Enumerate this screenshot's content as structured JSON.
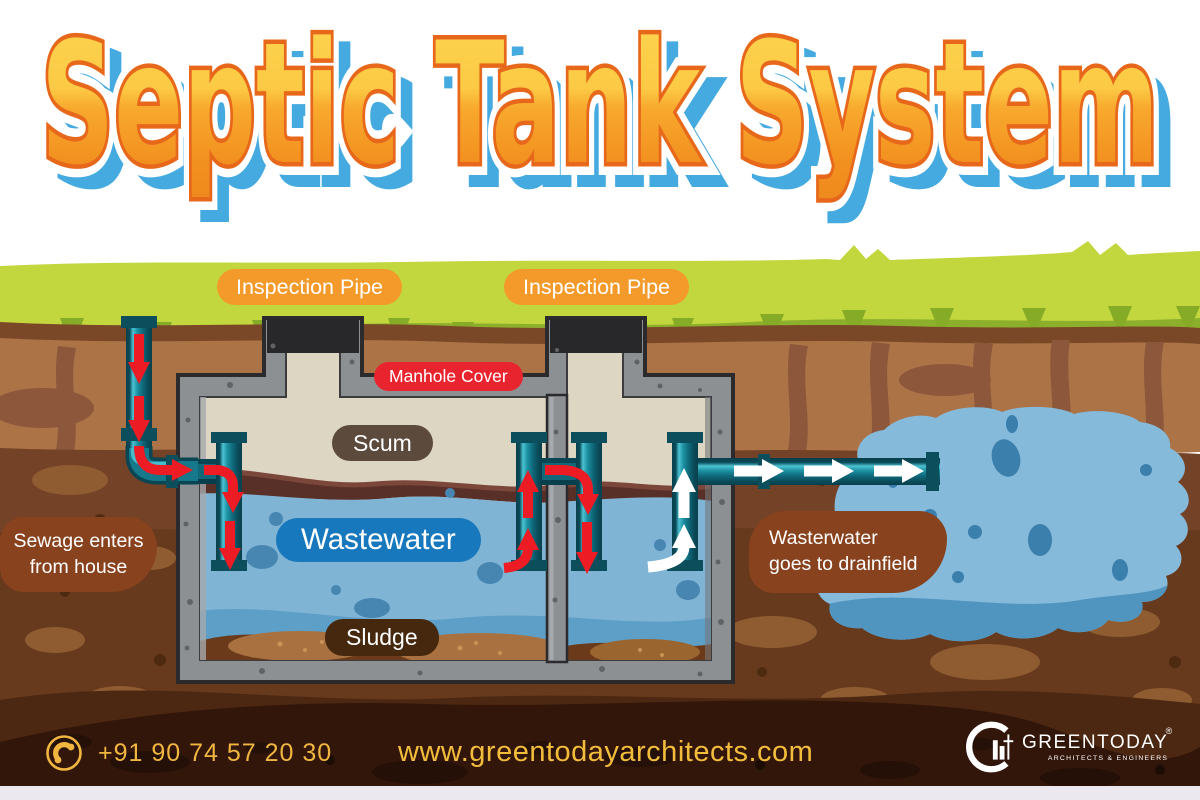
{
  "title": "Septic Tank System",
  "diagram": {
    "labels": {
      "inspection_pipes": [
        "Inspection Pipe",
        "Inspection Pipe"
      ],
      "manhole_cover": "Manhole Cover",
      "scum": "Scum",
      "wastewater": "Wastewater",
      "sludge": "Sludge",
      "sewage_note_line1": "Sewage enters",
      "sewage_note_line2": "from house",
      "drainfield_note_line1": "Wasterwater",
      "drainfield_note_line2": "goes to drainfield"
    },
    "colors": {
      "title_fill_top": "#fdd54f",
      "title_fill_bottom": "#ee8a1e",
      "title_outline": "#e8681b",
      "title_shadow": "#45aadf",
      "grass": "#c2d73e",
      "soil_top": "#ac7347",
      "soil_deep": "#744226",
      "footer_bg": "#33160a",
      "label_orange": "#f49a2b",
      "label_red": "#e8252e",
      "label_blue": "#1878bd",
      "pill_scum": "#5c4a3c",
      "pill_sludge": "#45280e",
      "bubble_brown": "#88421e",
      "water": "#7fb4d5",
      "drainfield_water": "#85badb",
      "pipe_teal": "#116879",
      "concrete": "#8d9093",
      "arrow_red": "#ec1b24",
      "arrow_white": "#ffffff",
      "footer_gold": "#f0b640"
    }
  },
  "footer": {
    "phone": "+91 90 74 57 20 30",
    "website": "www.greentodayarchitects.com",
    "logo_text": "GREENTODAY",
    "logo_subtext": "ARCHITECTS & ENGINEERS",
    "registered_mark": "®"
  }
}
